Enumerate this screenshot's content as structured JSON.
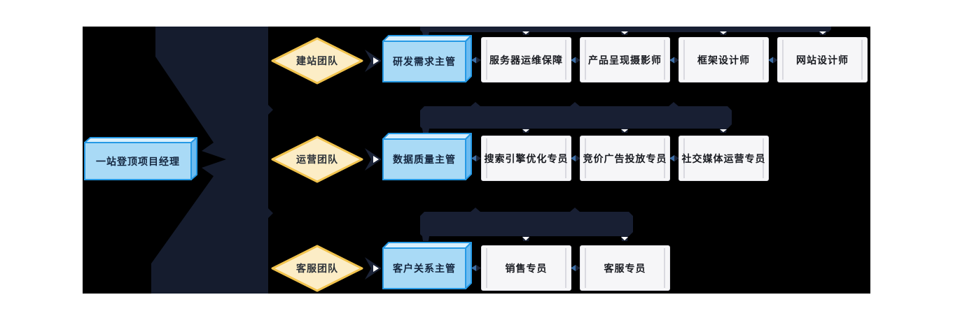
{
  "diagram": {
    "root": {
      "label": "一站登顶项目经理"
    },
    "teams": [
      {
        "name": "建站团队",
        "lead": "研发需求主管",
        "members": [
          "服务器运维保障",
          "产品呈现摄影师",
          "框架设计师",
          "网站设计师"
        ]
      },
      {
        "name": "运营团队",
        "lead": "数据质量主管",
        "members": [
          "搜索引擎优化专员",
          "竞价广告投放专员",
          "社交媒体运营专员"
        ]
      },
      {
        "name": "客服团队",
        "lead": "客户关系主管",
        "members": [
          "销售专员",
          "客服专员"
        ]
      }
    ]
  },
  "colors": {
    "page-bg": "#ffffff",
    "panel-bg": "#000000",
    "connector": "#171e31",
    "blue-fill": "#a9daf6",
    "blue-top": "#d8effd",
    "blue-side": "#6cbbf0",
    "blue-border": "#2599e5",
    "diamond-fill": "#fcedc6",
    "diamond-border": "#f1c34d",
    "member-fill": "#f6f6f8",
    "member-stripe": "#d9d9e0",
    "arrow-white": "#ffffff",
    "link-diamond": "#1d2538",
    "link-diamond-accent": "#3c6ea6"
  }
}
